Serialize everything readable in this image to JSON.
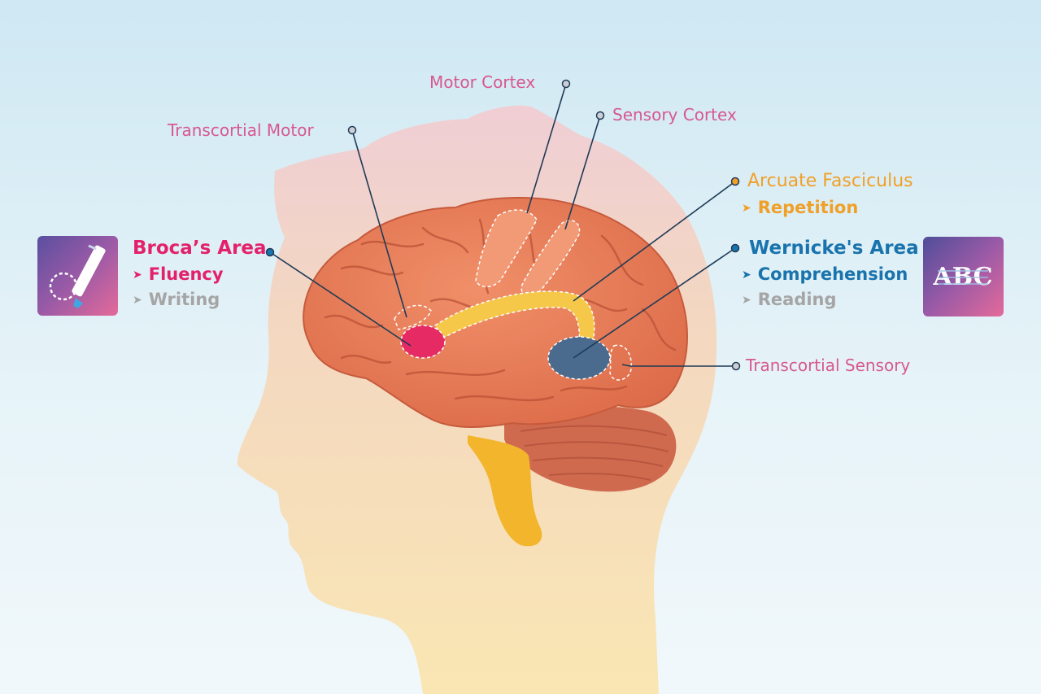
{
  "colors": {
    "pink_label": "#d7588f",
    "broca": "#e3216b",
    "wernicke": "#1973ad",
    "arcuate": "#f0a028",
    "gray": "#a5a5a5",
    "brain": "#e87d58",
    "head": "#f7cf8c"
  },
  "labels": {
    "motor_cortex": "Motor Cortex",
    "sensory_cortex": "Sensory Cortex",
    "transcortial_motor": "Transcortial Motor",
    "transcortial_sensory": "Transcortial Sensory"
  },
  "broca": {
    "title": "Broca’s Area",
    "primary": "Fluency",
    "secondary": "Writing",
    "icon": "pencil-writing-icon"
  },
  "wernicke": {
    "title": "Wernicke's Area",
    "primary": "Comprehension",
    "secondary": "Reading",
    "icon": "abc-reading-icon",
    "icon_text": "ABC"
  },
  "arcuate": {
    "title": "Arcuate Fasciculus",
    "primary": "Repetition"
  }
}
